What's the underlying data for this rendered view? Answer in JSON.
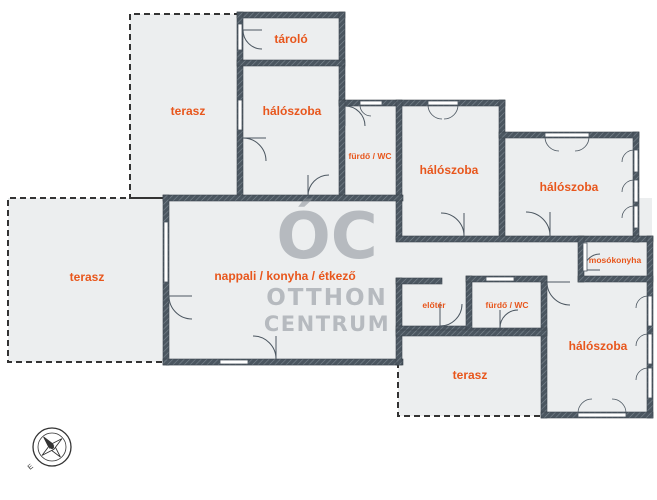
{
  "plan": {
    "rooms": {
      "tarolo": "tároló",
      "terasz_top": "terasz",
      "haloszoba_top": "hálószoba",
      "furdo_1": "fürdő / WC",
      "haloszoba_mid": "hálószoba",
      "haloszoba_right": "hálószoba",
      "terasz_left": "terasz",
      "nappali": "nappali / konyha / étkező",
      "mosokonyha": "mosókonyha",
      "eloter": "előtér",
      "furdo_2": "fürdő / WC",
      "terasz_bottom": "terasz",
      "haloszoba_bottom": "hálószoba"
    },
    "watermark": {
      "monogram": "ÓC",
      "line1": "OTTHON",
      "line2": "CENTRUM"
    },
    "compass_icon": "compass-icon",
    "colors": {
      "wall": "#4b5660",
      "label": "#e8561c",
      "floor": "#eceeef",
      "watermark": "#8a9198"
    }
  }
}
